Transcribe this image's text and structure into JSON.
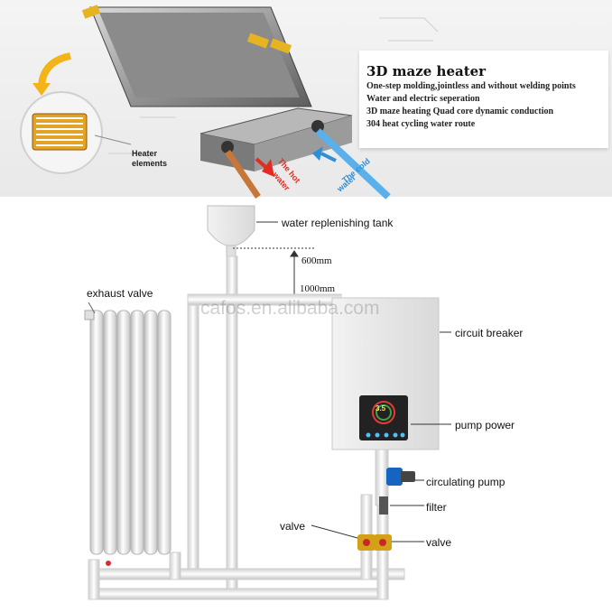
{
  "header": {
    "title": "3D maze heater",
    "specs": [
      "One-step molding,jointless and without welding points",
      "Water and electric seperation",
      "3D maze heating    Quad core dynamic conduction",
      "304 heat cycling water route"
    ],
    "heater_label_line1": "Heater",
    "heater_label_line2": "elements",
    "hot_water_line1": "The hot",
    "hot_water_line2": "water",
    "cold_water_line1": "The cold",
    "cold_water_line2": "water"
  },
  "diagram": {
    "water_replenishing_tank": "water replenishing tank",
    "height_600": "600mm",
    "height_1000": "1000mm",
    "exhaust_valve": "exhaust valve",
    "circuit_breaker": "circuit breaker",
    "pump_power": "pump power",
    "circulating_pump": "circulating pump",
    "filter": "filter",
    "valve_left": "valve",
    "valve_right": "valve",
    "display_reading": "3.5"
  },
  "watermark": "cafos.en.alibaba.com",
  "colors": {
    "hot": "#e52b1f",
    "cold": "#2c8fd8",
    "copper": "#c8773a",
    "pipe": "#e6e6e6",
    "arrow_yellow": "#f2b416"
  }
}
